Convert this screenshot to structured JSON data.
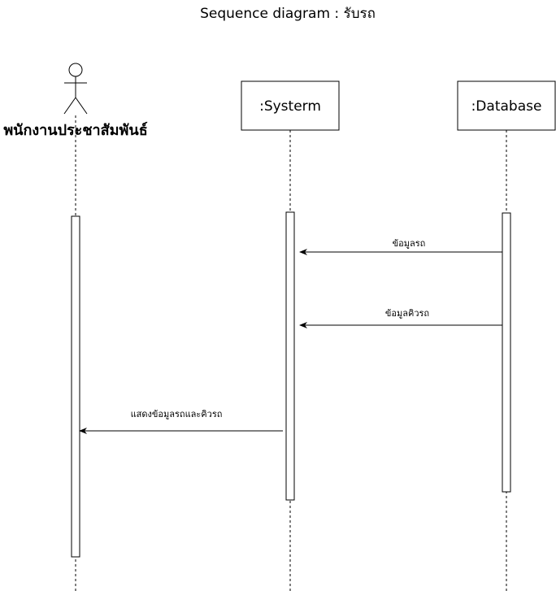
{
  "diagram": {
    "title": "Sequence diagram : รับรถ",
    "actor": {
      "label": "พนักงานประชาสัมพันธ์"
    },
    "participants": [
      {
        "id": "system",
        "label": ":Systerm"
      },
      {
        "id": "database",
        "label": ":Database"
      }
    ],
    "messages": [
      {
        "label": "ข้อมูลรถ",
        "from": "database",
        "to": "system"
      },
      {
        "label": "ข้อมูลคิวรถ",
        "from": "database",
        "to": "system"
      },
      {
        "label": "แสดงข้อมูลรถและคิวรถ",
        "from": "system",
        "to": "actor"
      }
    ]
  },
  "colors": {
    "line": "#000000",
    "background": "#ffffff"
  }
}
